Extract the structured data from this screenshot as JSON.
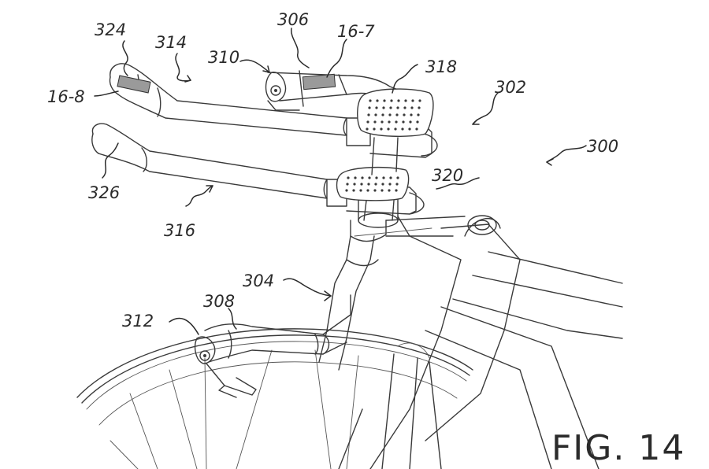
{
  "figure": {
    "caption": "FIG. 14",
    "labels": {
      "l300": "300",
      "l302": "302",
      "l304": "304",
      "l306": "306",
      "l308": "308",
      "l310": "310",
      "l312": "312",
      "l314": "314",
      "l316": "316",
      "l318": "318",
      "l320": "320",
      "l324": "324",
      "l326": "326",
      "l16_7": "16-7",
      "l16_8": "16-8"
    }
  }
}
